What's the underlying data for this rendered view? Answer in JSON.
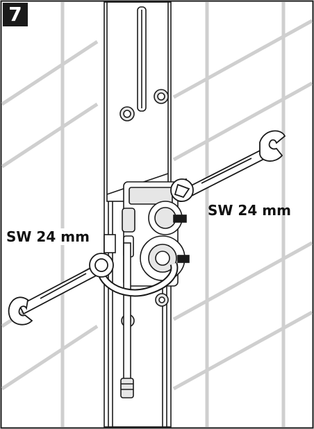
{
  "step": {
    "number": "7"
  },
  "labels": {
    "wrench_right": "SW 24 mm",
    "wrench_left": "SW 24 mm"
  },
  "colors": {
    "outline": "#1a1a1a",
    "tile_line": "#cfcfcf",
    "fill": "#ffffff",
    "shade": "#e6e6e6"
  },
  "icons": [
    "open-end-wrench-icon",
    "open-end-wrench-icon"
  ]
}
